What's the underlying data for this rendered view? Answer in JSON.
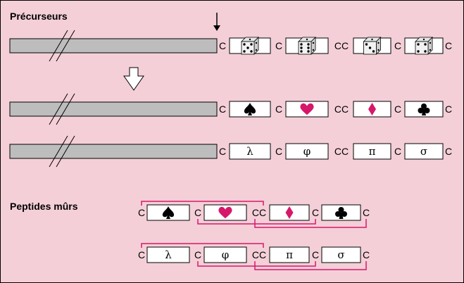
{
  "colors": {
    "background": "#f4cfd8",
    "bar": "#bdbdbd",
    "accent": "#d6186a",
    "box": "#ffffff",
    "line": "#000000"
  },
  "sections": {
    "precursors_title": "Précurseurs",
    "mature_title": "Peptides mûrs"
  },
  "precursor_rows": [
    {
      "kind": "dice",
      "segments": [
        {
          "link": "C",
          "content": "die-five-icon",
          "color": "#000000"
        },
        {
          "link": "C",
          "content": "die-six-icon",
          "color": "#000000"
        },
        {
          "link": "CC",
          "content": "die-three-icon",
          "color": "#000000"
        },
        {
          "link": "C",
          "content": "die-four-icon",
          "color": "#000000"
        }
      ],
      "end_link": "C"
    },
    {
      "kind": "suits",
      "segments": [
        {
          "link": "C",
          "content": "spade-icon",
          "color": "#000000"
        },
        {
          "link": "C",
          "content": "heart-icon",
          "color": "#d6186a"
        },
        {
          "link": "CC",
          "content": "diamond-icon",
          "color": "#d6186a"
        },
        {
          "link": "C",
          "content": "club-icon",
          "color": "#000000"
        }
      ],
      "end_link": "C"
    },
    {
      "kind": "greek",
      "segments": [
        {
          "link": "C",
          "content": "λ",
          "color": "#000000"
        },
        {
          "link": "C",
          "content": "φ",
          "color": "#000000"
        },
        {
          "link": "CC",
          "content": "π",
          "color": "#000000"
        },
        {
          "link": "C",
          "content": "σ",
          "color": "#000000"
        }
      ],
      "end_link": "C"
    }
  ],
  "mature_rows": [
    {
      "kind": "suits",
      "segments": [
        {
          "link": "C",
          "content": "spade-icon",
          "color": "#000000"
        },
        {
          "link": "C",
          "content": "heart-icon",
          "color": "#d6186a"
        },
        {
          "link": "CC",
          "content": "diamond-icon",
          "color": "#d6186a"
        },
        {
          "link": "C",
          "content": "club-icon",
          "color": "#000000"
        }
      ],
      "end_link": "C"
    },
    {
      "kind": "greek",
      "segments": [
        {
          "link": "C",
          "content": "λ",
          "color": "#000000"
        },
        {
          "link": "C",
          "content": "φ",
          "color": "#000000"
        },
        {
          "link": "CC",
          "content": "π",
          "color": "#000000"
        },
        {
          "link": "C",
          "content": "σ",
          "color": "#000000"
        }
      ],
      "end_link": "C"
    }
  ],
  "disulfide_bonds": "C1–C4, C2–C5, C3–C6"
}
